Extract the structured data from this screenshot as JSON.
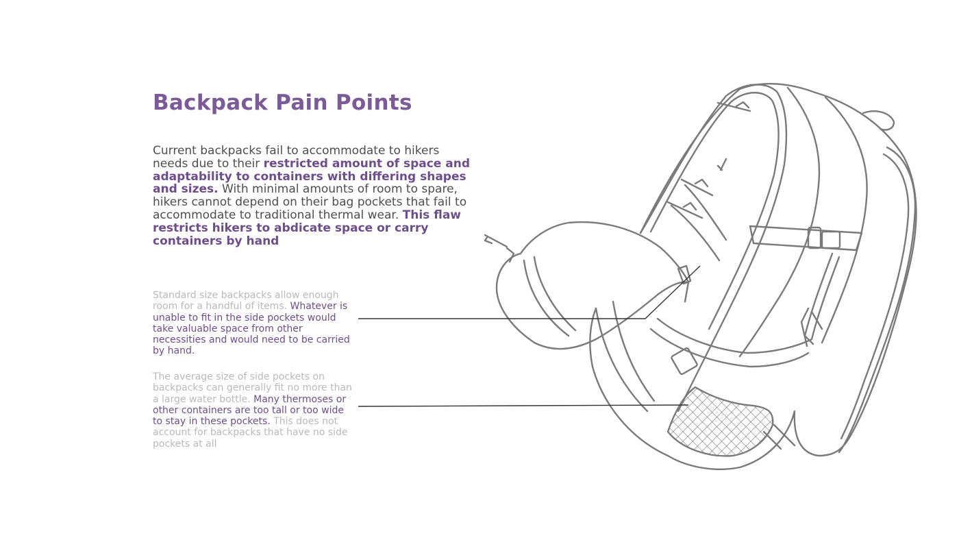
{
  "title": "Backpack Pain Points",
  "intro": {
    "p1": "Current backpacks fail to accommodate to hikers needs due to their ",
    "h1": "restricted amount of space and adaptability to containers with differing shapes and sizes.",
    "p2": " With minimal amounts of room to spare, hikers cannot depend on their bag pockets that fail to accommodate to traditional thermal wear. ",
    "h2": "This flaw restricts hikers to abdicate space or carry containers by hand"
  },
  "notes": [
    {
      "lead": "Standard size backpacks allow enough room for a handful of items. ",
      "highlight": "Whatever is unable to fit in the side pockets would take valuable space from other necessities and would need to be carried by hand.",
      "tail": ""
    },
    {
      "lead": "The average size of side pockets on backpacks can generally fit no more than a large water bottle. ",
      "highlight": "Many thermoses or other containers are too tall or too wide to stay in these pockets.",
      "tail": " This does not account for backpacks that have no side pockets at all"
    }
  ],
  "colors": {
    "accent": "#7b5a98",
    "body_text": "#4e4e4e",
    "muted_text": "#b9b9b9",
    "sketch_stroke": "#7a7a7a",
    "leader_line": "#333333"
  },
  "illustration": {
    "subject": "backpack-line-drawing",
    "callouts": 2
  }
}
